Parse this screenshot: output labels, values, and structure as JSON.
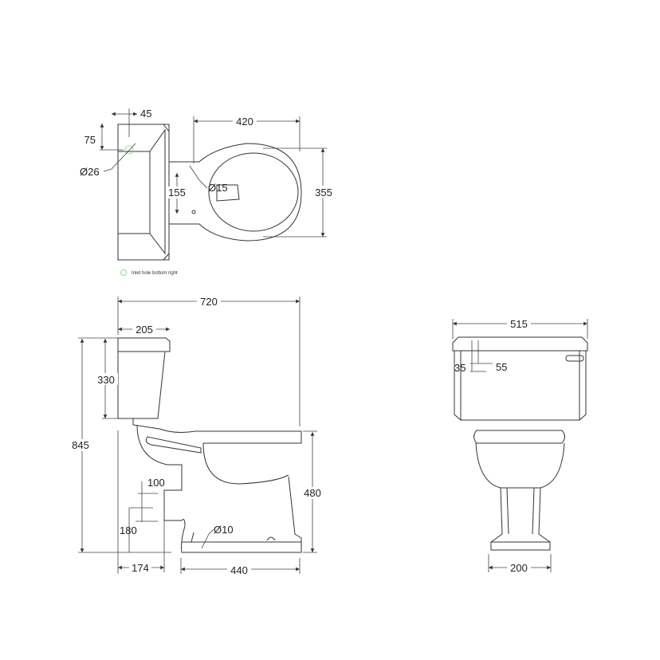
{
  "top_view": {
    "dims": {
      "cistern_offset": "45",
      "inlet_height": "75",
      "inlet_diameter": "Ø26",
      "pan_length": "420",
      "pan_width": "355",
      "fixing_spacing": "155",
      "fixing_diameter": "Ø15"
    },
    "legend": {
      "marker_color": "#7fd67f",
      "text": "Inlet hole bottom right"
    }
  },
  "side_view": {
    "dims": {
      "overall_depth": "720",
      "cistern_depth": "205",
      "cistern_height": "330",
      "overall_height": "845",
      "pan_height": "480",
      "outlet_size": "100",
      "outlet_height": "180",
      "outlet_setback": "174",
      "base_length": "440",
      "floor_fixing_diameter": "Ø10"
    }
  },
  "front_view": {
    "dims": {
      "cistern_width": "515",
      "lever_offset_a": "35",
      "lever_offset_b": "55",
      "base_width": "200"
    }
  }
}
